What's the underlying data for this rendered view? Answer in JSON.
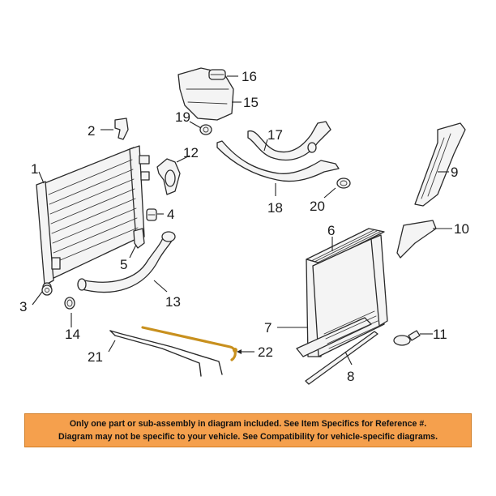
{
  "callouts": [
    "1",
    "2",
    "3",
    "4",
    "5",
    "6",
    "7",
    "8",
    "9",
    "10",
    "11",
    "12",
    "13",
    "14",
    "15",
    "16",
    "17",
    "18",
    "19",
    "20",
    "21",
    "22"
  ],
  "notice": {
    "line1": "Only one part or sub-assembly in diagram included. See Item Specifics for Reference #.",
    "line2": "Diagram may not be specific to your vehicle. See Compatibility for vehicle-specific diagrams."
  },
  "colors": {
    "highlight_part": "#c8901e",
    "notice_background": "#f5a04d"
  }
}
